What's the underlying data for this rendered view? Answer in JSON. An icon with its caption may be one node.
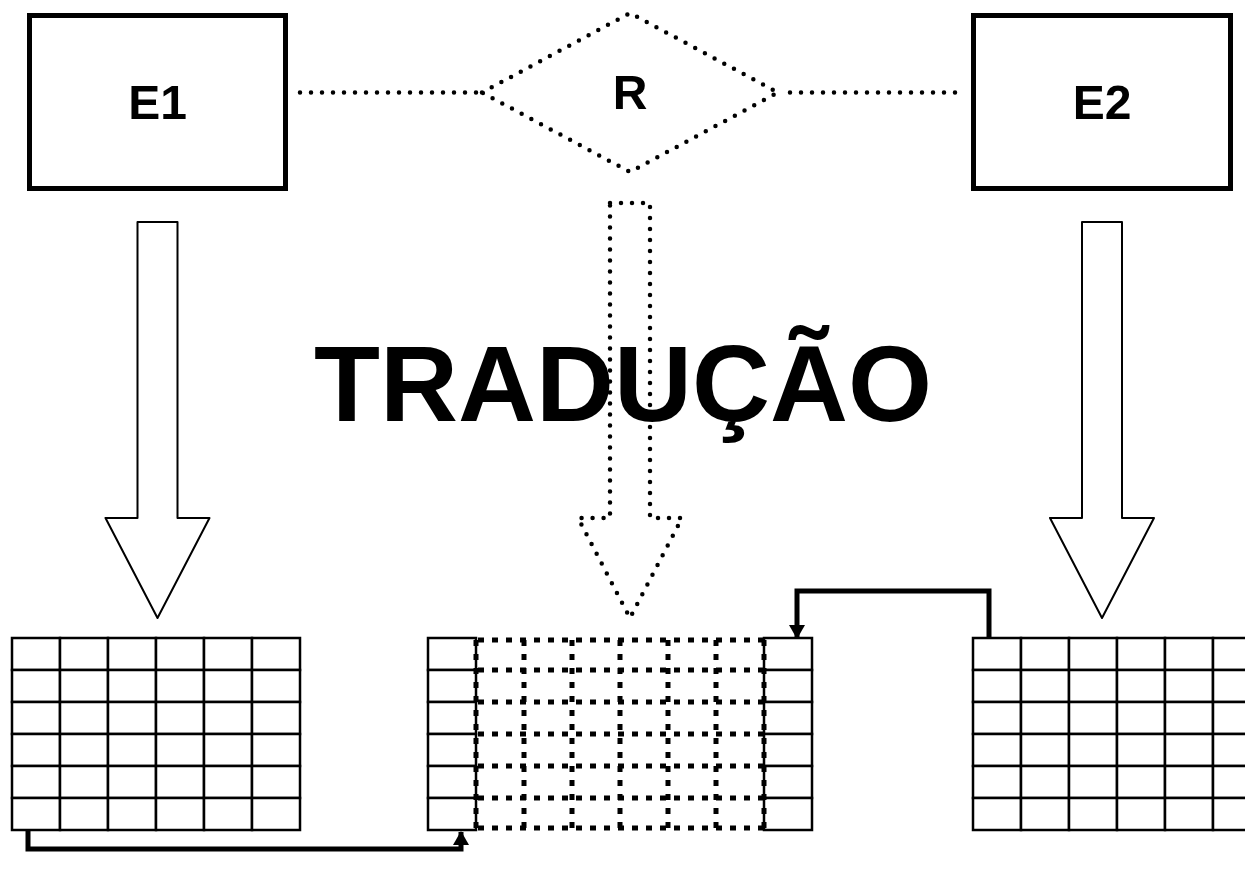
{
  "diagram": {
    "nodes": [
      {
        "text": [
          "E1"
        ]
      },
      {
        "text": [
          "R"
        ]
      },
      {
        "text": [
          "E2"
        ]
      },
      {
        "text": [],
        "shape": "table"
      },
      {
        "text": [],
        "shape": "table"
      },
      {
        "text": [],
        "shape": "table"
      }
    ],
    "edges": [
      {
        "from": 0,
        "to": 1,
        "arrow": "none",
        "style": "dashed"
      },
      {
        "from": 1,
        "to": 2,
        "arrow": "none",
        "style": "dashed"
      },
      {
        "from": 0,
        "to": 3,
        "arrow": "to"
      },
      {
        "from": 1,
        "to": 4,
        "arrow": "to",
        "style": "dashed"
      },
      {
        "from": 2,
        "to": 5,
        "arrow": "to"
      },
      {
        "from": 3,
        "to": 4,
        "arrow": "to"
      },
      {
        "from": 5,
        "to": 4,
        "arrow": "to"
      }
    ],
    "labels": [
      "TRADUÇÃO"
    ]
  }
}
